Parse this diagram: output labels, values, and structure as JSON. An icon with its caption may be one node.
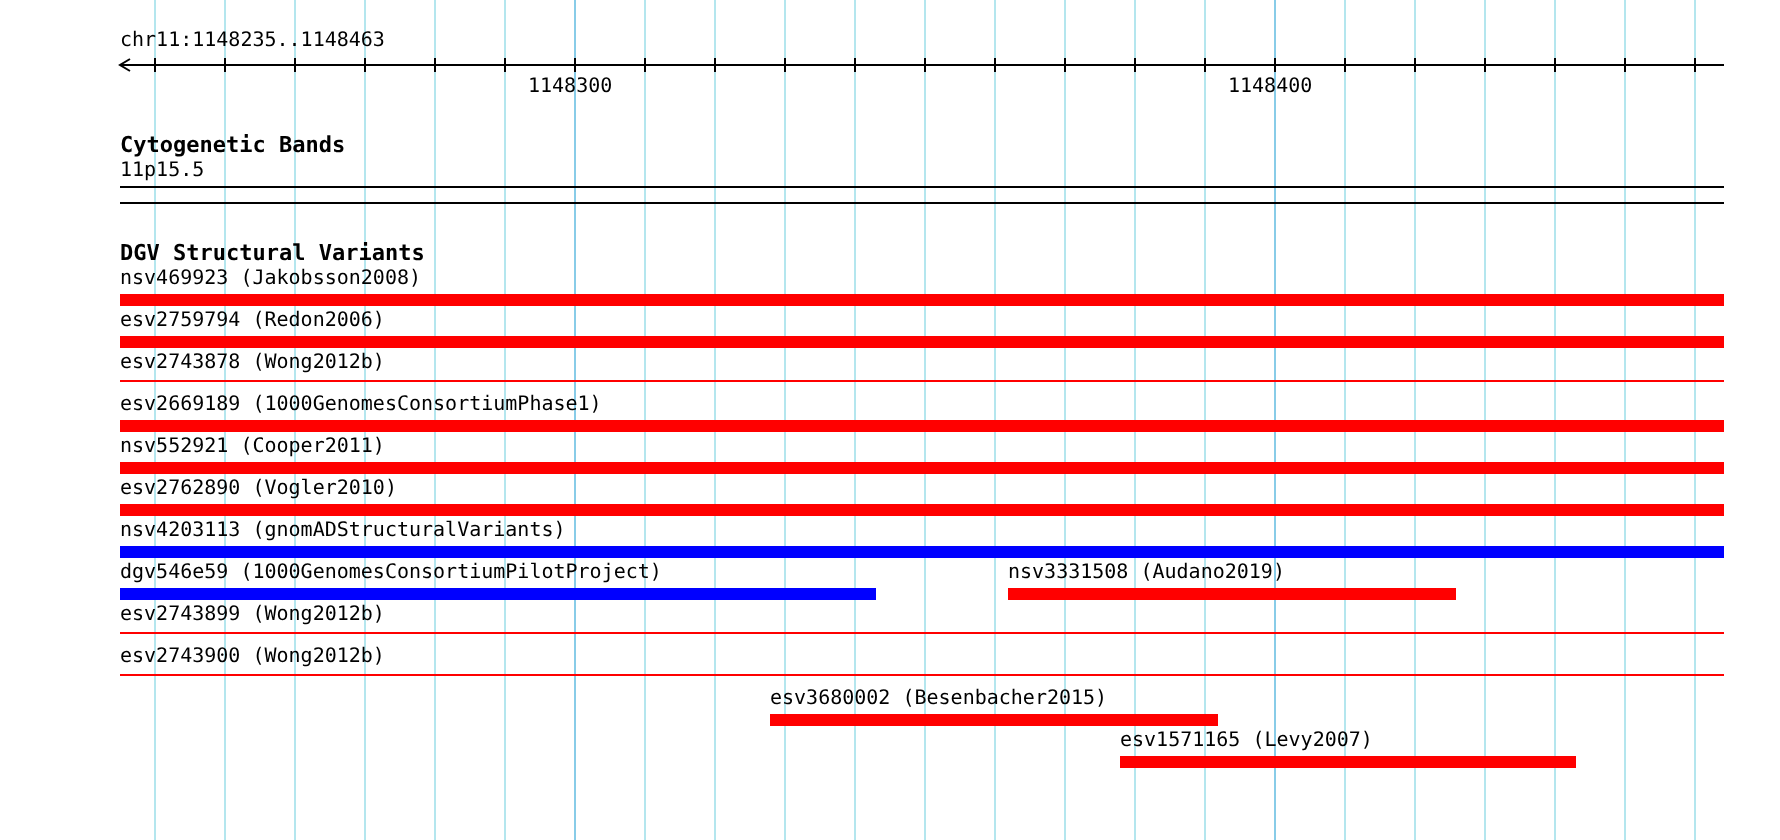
{
  "diagram": {
    "nodes": [
      {
        "text": [
          "nsv469923 (Jakobsson2008)"
        ]
      },
      {
        "text": [
          "esv2759794 (Redon2006)"
        ]
      },
      {
        "text": [
          "esv2743878 (Wong2012b)"
        ]
      },
      {
        "text": [
          "esv2669189 (1000GenomesConsortiumPhase1)"
        ]
      },
      {
        "text": [
          "nsv552921 (Cooper2011)"
        ]
      },
      {
        "text": [
          "esv2762890 (Vogler2010)"
        ]
      },
      {
        "text": [
          "nsv4203113 (gnomADStructuralVariants)"
        ]
      },
      {
        "text": [
          "dgv546e59 (1000GenomesConsortiumPilotProject)"
        ]
      },
      {
        "text": [
          "nsv3331508 (Audano2019)"
        ]
      },
      {
        "text": [
          "esv2743899 (Wong2012b)"
        ]
      },
      {
        "text": [
          "esv2743900 (Wong2012b)"
        ]
      },
      {
        "text": [
          "esv3680002 (Besenbacher2015)"
        ]
      },
      {
        "text": [
          "esv1571165 (Levy2007)"
        ]
      }
    ],
    "labels": [
      "chr11:1148235..1148463",
      "1148300",
      "1148400",
      "Cytogenetic Bands",
      "11p15.5",
      "DGV Structural Variants"
    ]
  }
}
